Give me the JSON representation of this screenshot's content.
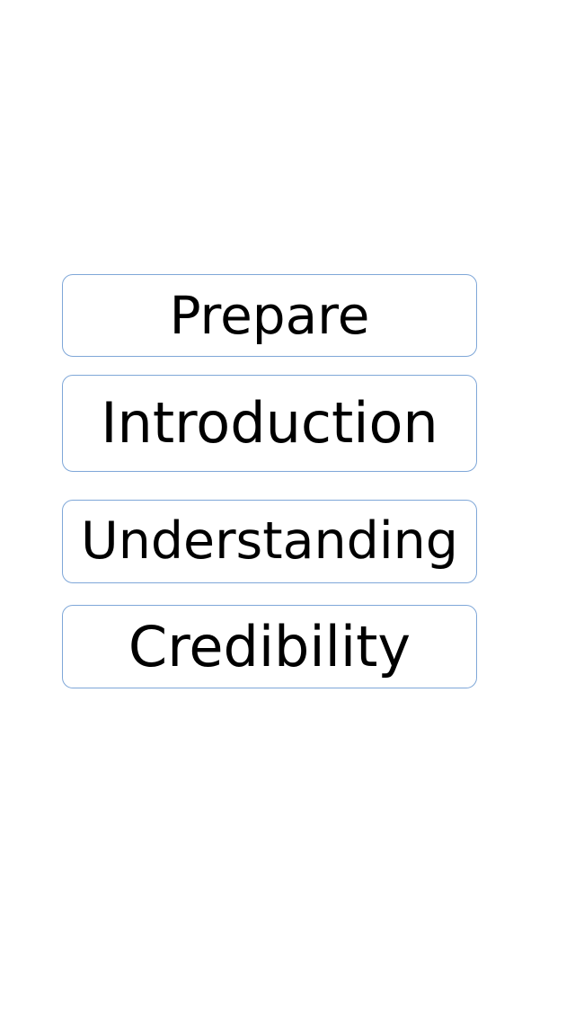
{
  "menu": {
    "items": [
      {
        "label": "Prepare"
      },
      {
        "label": "Introduction"
      },
      {
        "label": "Understanding"
      },
      {
        "label": "Credibility"
      }
    ]
  },
  "colors": {
    "background": "#ffffff",
    "button_border": "#7fa7d8",
    "text": "#000000"
  }
}
